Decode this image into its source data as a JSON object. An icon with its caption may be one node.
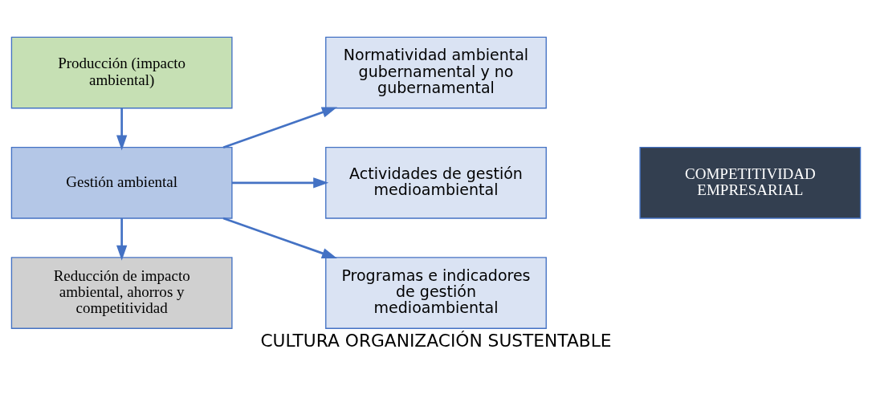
{
  "diagram": {
    "caption": "CULTURA ORGANIZACIÓN SUSTENTABLE",
    "nodes": [
      {
        "text": [
          "Producción (impacto ambiental)"
        ]
      },
      {
        "text": [
          "Gestión ambiental"
        ]
      },
      {
        "text": [
          "Reducción de impacto ambiental, ahorros y competitividad"
        ]
      },
      {
        "text": [
          "Normatividad ambiental gubernamental y no gubernamental"
        ]
      },
      {
        "text": [
          "Actividades de gestión medioambiental"
        ]
      },
      {
        "text": [
          "Programas e indicadores de gestión medioambiental"
        ]
      },
      {
        "text": [
          "COMPETITIVIDAD EMPRESARIAL"
        ]
      }
    ],
    "edges": [
      {
        "from": 0,
        "to": 1,
        "arrow": "to"
      },
      {
        "from": 1,
        "to": 2,
        "arrow": "to"
      },
      {
        "from": 1,
        "to": 3,
        "arrow": "to"
      },
      {
        "from": 1,
        "to": 4,
        "arrow": "to"
      },
      {
        "from": 1,
        "to": 5,
        "arrow": "to"
      }
    ]
  }
}
